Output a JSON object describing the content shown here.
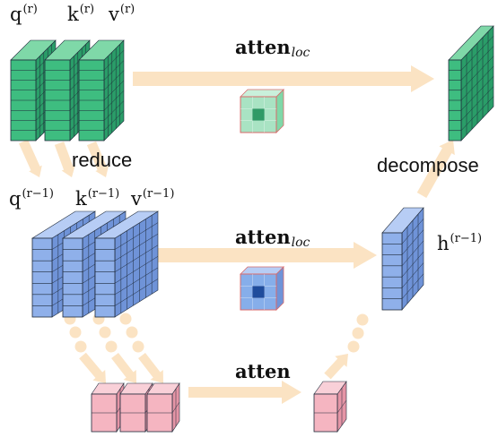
{
  "colors": {
    "green_front": "#3ebd80",
    "green_side": "#2a9d68",
    "green_top": "#7fd8a8",
    "blue_front": "#8fb0ea",
    "blue_side": "#6f93d8",
    "blue_top": "#b7cdf5",
    "pink_front": "#f5b5c1",
    "pink_side": "#e595a6",
    "pink_top": "#f9d0d8",
    "arrow": "#fbe3c3",
    "dot": "#fbe3c3",
    "grid_line": "#1f2a3a"
  },
  "labels": {
    "q_top": {
      "base": "q",
      "sup": "(r)"
    },
    "k_top": {
      "base": "k",
      "sup": "(r)"
    },
    "v_top": {
      "base": "v",
      "sup": "(r)"
    },
    "q_mid": {
      "base": "q",
      "sup": "(r−1)"
    },
    "k_mid": {
      "base": "k",
      "sup": "(r−1)"
    },
    "v_mid": {
      "base": "v",
      "sup": "(r−1)"
    },
    "h_mid": {
      "base": "h",
      "sup": "(r−1)"
    },
    "reduce": "reduce",
    "decompose": "decompose",
    "atten_loc_top": {
      "base": "atten",
      "sub": "loc"
    },
    "atten_loc_mid": {
      "base": "atten",
      "sub": "loc"
    },
    "atten_bottom": "atten"
  },
  "icons": {
    "local_window_green": "local-attention-window-icon",
    "local_window_blue": "local-attention-window-icon"
  }
}
